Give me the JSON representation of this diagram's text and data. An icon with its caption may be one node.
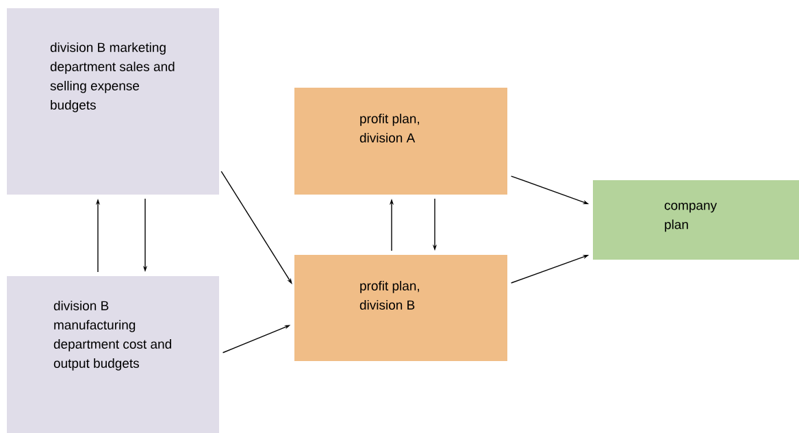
{
  "diagram": {
    "nodes": [
      {
        "text": [
          "division B marketing department sales and selling expense budgets"
        ]
      },
      {
        "text": [
          "profit plan, division A"
        ]
      },
      {
        "text": [
          "company plan"
        ]
      },
      {
        "text": [
          "division B manufacturing department cost and output budgets"
        ]
      },
      {
        "text": [
          "profit plan, division B"
        ]
      }
    ],
    "edges": [
      {
        "from": 0,
        "to": 3,
        "arrow": "to"
      },
      {
        "from": 3,
        "to": 0,
        "arrow": "to"
      },
      {
        "from": 0,
        "to": 4,
        "arrow": "to"
      },
      {
        "from": 3,
        "to": 4,
        "arrow": "to"
      },
      {
        "from": 1,
        "to": 4,
        "arrow": "to"
      },
      {
        "from": 4,
        "to": 1,
        "arrow": "to"
      },
      {
        "from": 1,
        "to": 2,
        "arrow": "to"
      },
      {
        "from": 4,
        "to": 2,
        "arrow": "to"
      }
    ]
  }
}
